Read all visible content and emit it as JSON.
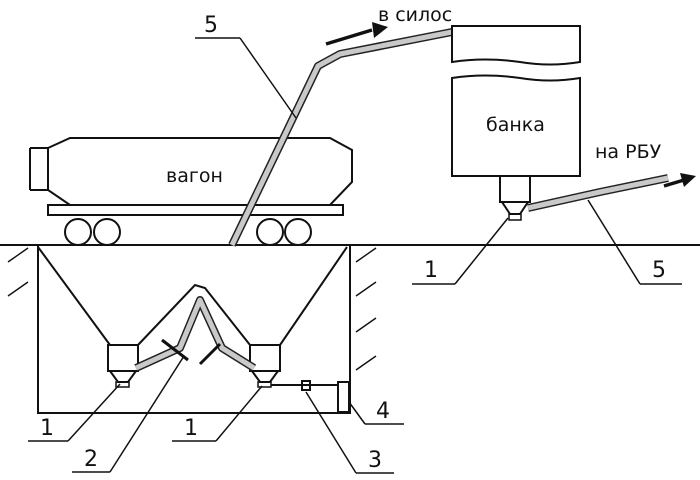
{
  "labels": {
    "to_silo": "в силос",
    "to_rbu": "на РБУ",
    "wagon": "вагон",
    "tank": "банка"
  },
  "callouts": {
    "c5_top": "5",
    "c5_right": "5",
    "c1_right": "1",
    "c1_left": "1",
    "c2": "2",
    "c1_mid": "1",
    "c3": "3",
    "c4": "4"
  }
}
